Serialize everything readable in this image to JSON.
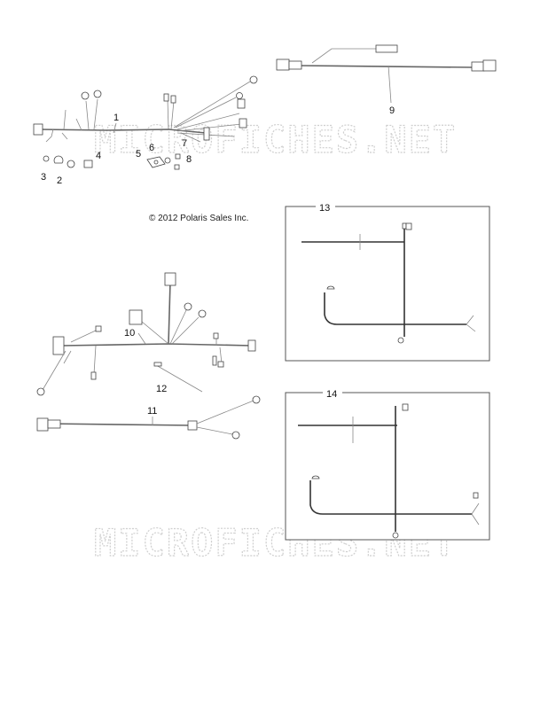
{
  "copyright": "© 2012 Polaris Sales Inc.",
  "watermark": "MICROFICHES.NET",
  "callouts": {
    "c1": "1",
    "c2": "2",
    "c3": "3",
    "c4": "4",
    "c5": "5",
    "c6": "6",
    "c7": "7",
    "c8": "8",
    "c9": "9",
    "c10": "10",
    "c11": "11",
    "c12": "12",
    "c13": "13",
    "c14": "14"
  }
}
